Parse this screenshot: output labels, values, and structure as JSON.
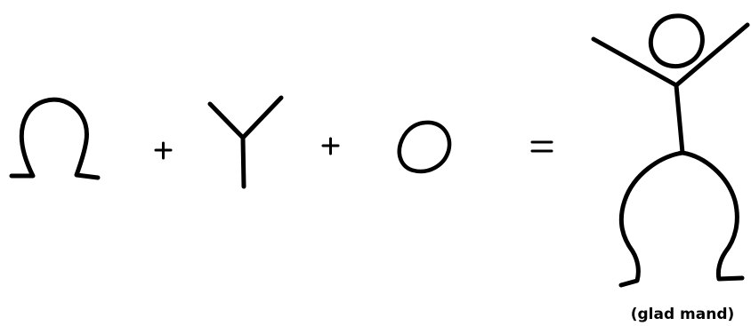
{
  "equation": {
    "parts": [
      {
        "kind": "glyph",
        "name": "omega"
      },
      {
        "kind": "operator",
        "symbol": "+"
      },
      {
        "kind": "glyph",
        "name": "y-branch"
      },
      {
        "kind": "operator",
        "symbol": "+"
      },
      {
        "kind": "glyph",
        "name": "circle"
      },
      {
        "kind": "operator",
        "symbol": "="
      },
      {
        "kind": "result",
        "name": "stick-figure"
      }
    ],
    "caption": "(glad mand)"
  },
  "colors": {
    "ink": "#000000",
    "background": "#ffffff"
  }
}
